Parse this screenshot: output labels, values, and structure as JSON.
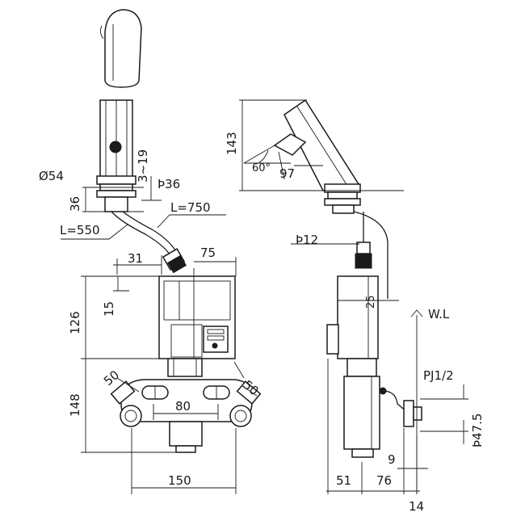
{
  "dimensions": {
    "diameter": "Ø54",
    "range_3_19": "3~19",
    "phi36": "Þ36",
    "h36": "36",
    "l750": "L=750",
    "l550": "L=550",
    "w75": "75",
    "w31": "31",
    "h126": "126",
    "h15": "15",
    "h148": "148",
    "r50_left": "50",
    "r50_right": "50",
    "w80": "80",
    "w150": "150",
    "h143": "143",
    "angle60": "60°",
    "d97": "97",
    "phi12": "Þ12",
    "d25": "25",
    "wl": "W.L",
    "pj": "PJ1/2",
    "h47_5": "Þ47.5",
    "d9": "9",
    "d51": "51",
    "d76": "76",
    "d14": "14"
  }
}
